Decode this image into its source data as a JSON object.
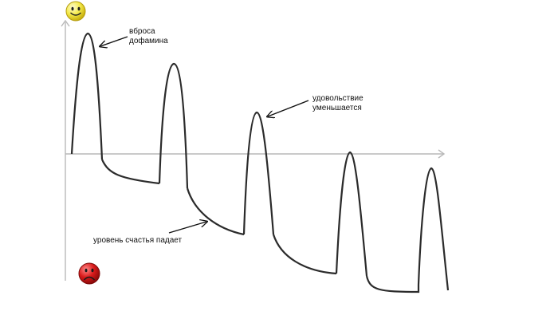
{
  "labels": {
    "peaks": [
      "вброса",
      "дофамина"
    ],
    "pleasure": [
      "удовольствие",
      "уменьшается"
    ],
    "happiness": "уровень счастья падает"
  },
  "icons": {
    "top": "happy-face-icon",
    "bottom": "sad-face-icon"
  },
  "colors": {
    "curve": "#2b2b2b",
    "axis": "#b9b9b9",
    "happy_face": "#f4ea4a",
    "sad_face": "#d81a1a"
  }
}
